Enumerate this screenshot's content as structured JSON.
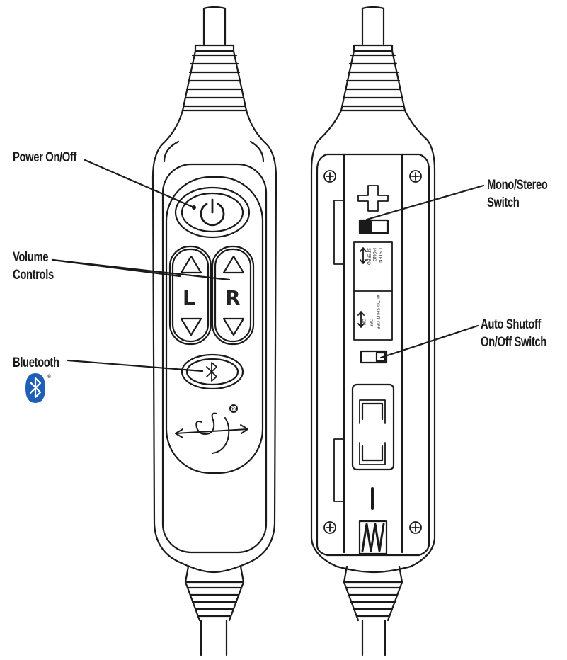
{
  "labels": {
    "power": "Power On/Off",
    "volume_line1": "Volume",
    "volume_line2": "Controls",
    "bluetooth": "Bluetooth",
    "mono_line1": "Mono/Stereo",
    "mono_line2": "Switch",
    "auto_line1": "Auto Shutoff",
    "auto_line2": "On/Off Switch"
  },
  "device_marks": {
    "left": "L",
    "right": "R",
    "registered": "®",
    "plus": "+",
    "switch_text_1": "LISTEN",
    "switch_text_2": "MONO",
    "switch_text_3": "STEREO",
    "switch_text_4": "AUTO SHUT OFF",
    "switch_text_5": "OFF",
    "switch_text_6": "ON"
  },
  "colors": {
    "line": "#1a1a1a",
    "bluetooth_blue": "#1f5fb5"
  },
  "icons": [
    "power-icon",
    "bluetooth-icon",
    "volume-up-icon",
    "volume-down-icon",
    "brand-logo-icon",
    "screw-icon"
  ]
}
